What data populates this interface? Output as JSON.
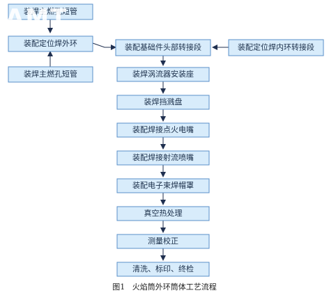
{
  "diagram": {
    "boxes": [
      {
        "id": "b0",
        "label": "装焊主燃孔短管"
      },
      {
        "id": "b1",
        "label": "装配定位焊外环"
      },
      {
        "id": "b2",
        "label": "装焊主燃孔短管"
      },
      {
        "id": "b3",
        "label": "装配基础件头部转接段"
      },
      {
        "id": "b4",
        "label": "装配定位焊内环转接段"
      },
      {
        "id": "b5",
        "label": "装焊涡流器安装座"
      },
      {
        "id": "b6",
        "label": "装焊挡溅盘"
      },
      {
        "id": "b7",
        "label": "装配焊接点火电嘴"
      },
      {
        "id": "b8",
        "label": "装配焊接射流喷嘴"
      },
      {
        "id": "b9",
        "label": "装配电子束焊帽罩"
      },
      {
        "id": "b10",
        "label": "真空热处理"
      },
      {
        "id": "b11",
        "label": "测量校正"
      },
      {
        "id": "b12",
        "label": "清洗、标印、终检"
      }
    ],
    "caption": "图1   火焰筒外环筒体工艺流程",
    "watermark": "AMT"
  },
  "colors": {
    "box_fill": "#d8ecfb",
    "box_border": "#5a8fc8",
    "arrow": "#1f2f4f",
    "text": "#1b2f4a"
  }
}
